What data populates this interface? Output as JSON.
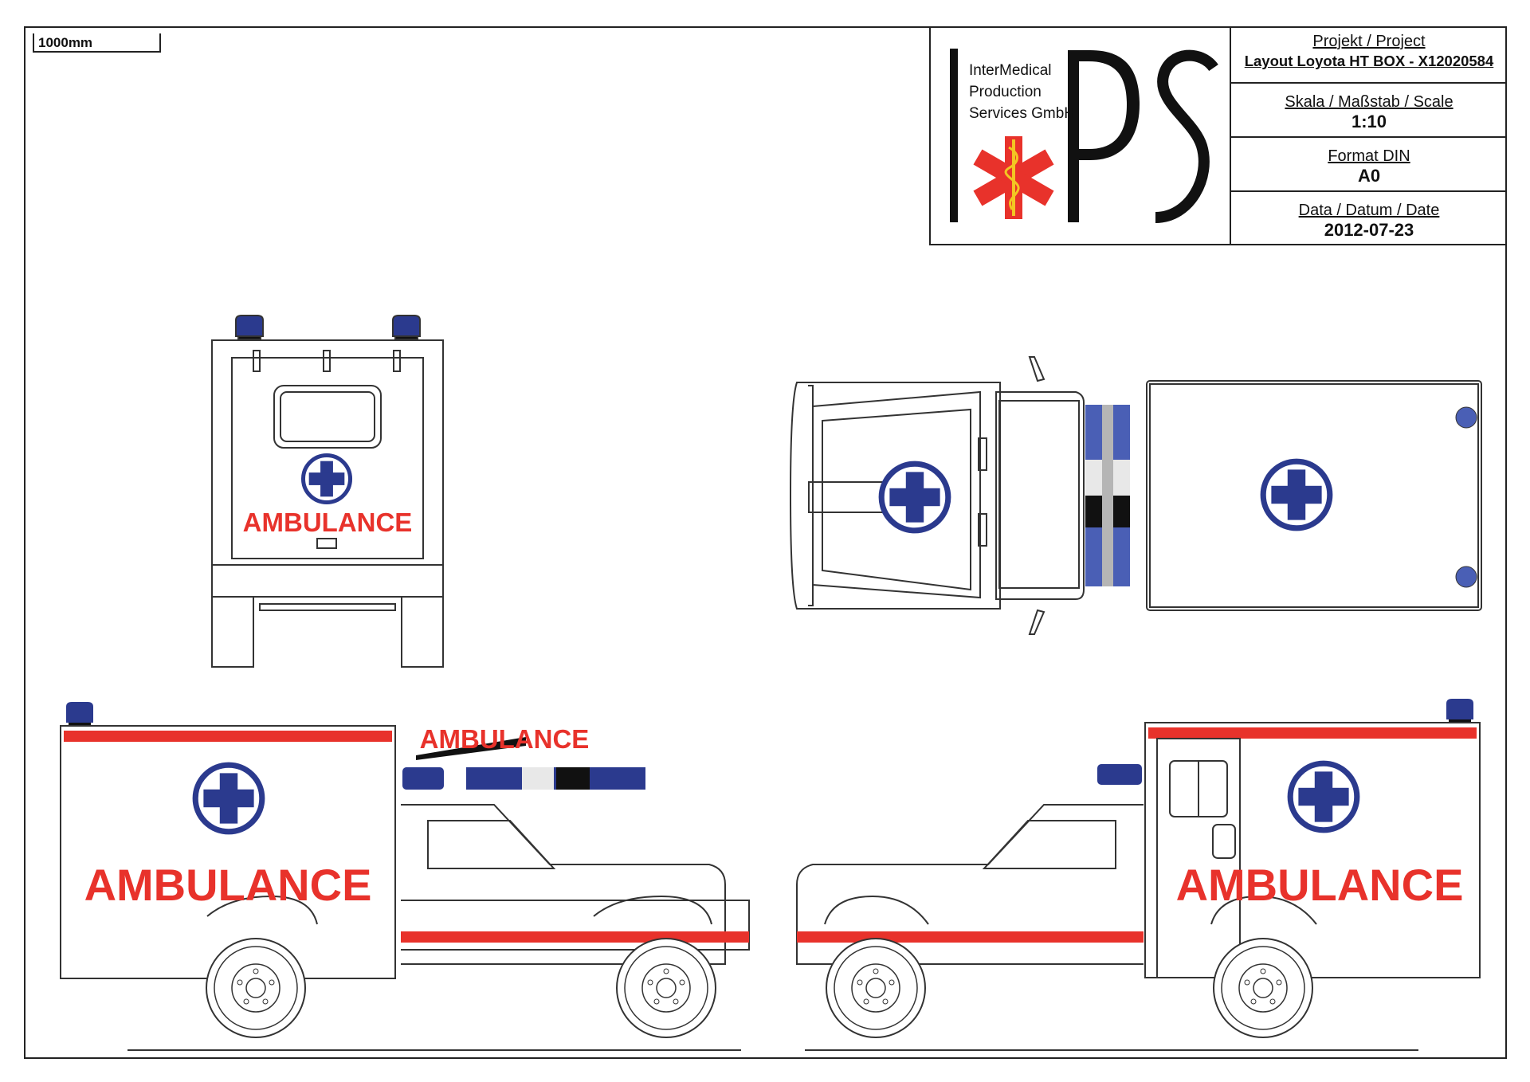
{
  "scale_bar_label": "1000mm",
  "company": {
    "logo_letters": "I PS",
    "name_lines": "InterMedical\nProduction\nServices GmbH"
  },
  "title_block": {
    "project_label": "Projekt / Project",
    "project_value": "Layout Loyota HT BOX - X12020584",
    "scale_label": "Skala / Maßstab / Scale",
    "scale_value": "1:10",
    "format_label": "Format DIN",
    "format_value": "A0",
    "date_label": "Data / Datum / Date",
    "date_value": "2012-07-23"
  },
  "vehicle_text": {
    "rear_view": "AMBULANCE",
    "side_left_reverse": "AMBULANCE",
    "side_left_box": "AMBULANCE",
    "side_right_box": "AMBULANCE"
  },
  "colors": {
    "red": "#e8322b",
    "blue": "#2b3a8e",
    "light_blue": "#4a5fb5",
    "outline": "#333333"
  },
  "icons": [
    "star-of-life-icon",
    "medical-cross-icon",
    "blue-beacon-icon"
  ]
}
